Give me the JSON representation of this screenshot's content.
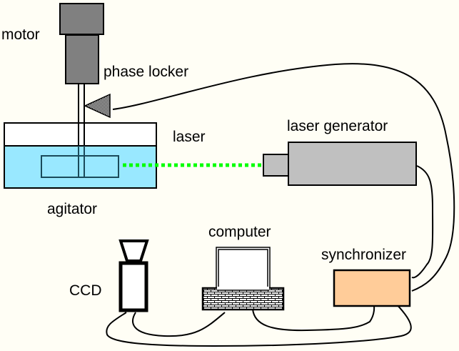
{
  "diagram": {
    "title": "Laser measurement setup",
    "labels": {
      "motor": "motor",
      "phase_locker": "phase locker",
      "laser": "laser",
      "laser_generator": "laser generator",
      "agitator": "agitator",
      "computer": "computer",
      "synchronizer": "synchronizer",
      "ccd": "CCD"
    },
    "colors": {
      "background": "#fffef5",
      "motor": "#808080",
      "laser_generator": "#c0c0c0",
      "liquid": "#99e8ff",
      "tank_top": "#ffffff",
      "laser_beam": "#00ff00",
      "synchronizer": "#ffcc99",
      "impeller_stroke": "#1a4a5a"
    },
    "components": [
      {
        "id": "motor",
        "type": "box"
      },
      {
        "id": "phase_locker",
        "type": "sensor-triangle"
      },
      {
        "id": "agitator",
        "type": "tank-with-impeller"
      },
      {
        "id": "laser_generator",
        "type": "box"
      },
      {
        "id": "ccd",
        "type": "camera"
      },
      {
        "id": "computer",
        "type": "computer"
      },
      {
        "id": "synchronizer",
        "type": "box"
      }
    ],
    "connections": [
      {
        "from": "phase_locker",
        "to": "synchronizer"
      },
      {
        "from": "laser_generator",
        "to": "synchronizer"
      },
      {
        "from": "laser_generator",
        "to": "agitator",
        "kind": "laser-beam"
      },
      {
        "from": "ccd",
        "to": "computer"
      },
      {
        "from": "ccd",
        "to": "synchronizer"
      },
      {
        "from": "computer",
        "to": "synchronizer"
      }
    ]
  }
}
